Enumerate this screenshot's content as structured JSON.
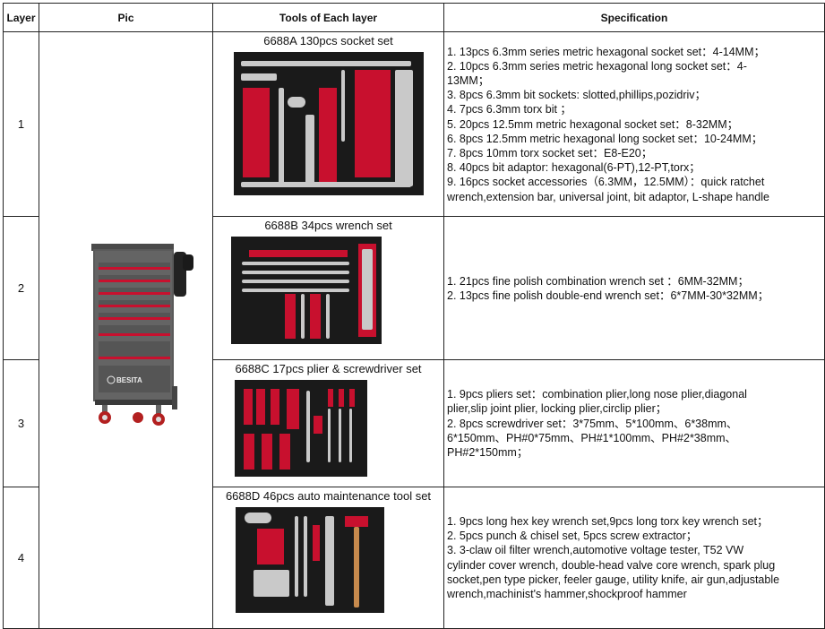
{
  "headers": {
    "layer": "Layer",
    "pic": "Pic",
    "tools": "Tools of Each layer",
    "spec": "Specification"
  },
  "cabinet": {
    "brand": "BESITA",
    "drawer_text": "BESITA"
  },
  "rows": [
    {
      "layer": "1",
      "tool_title": "6688A 130pcs socket set",
      "spec": [
        "1. 13pcs 6.3mm series metric hexagonal socket set：4-14MM；",
        "2. 10pcs 6.3mm series metric hexagonal long socket set：4-",
        "13MM；",
        "3. 8pcs 6.3mm bit sockets: slotted,phillips,pozidriv；",
        "4. 7pcs 6.3mm torx bit ；",
        "5. 20pcs 12.5mm metric hexagonal socket set：8-32MM；",
        "6. 8pcs 12.5mm metric hexagonal long socket set：10-24MM；",
        "7. 8pcs 10mm torx socket set：E8-E20；",
        "8. 40pcs bit adaptor: hexagonal(6-PT),12-PT,torx；",
        "9. 16pcs socket accessories（6.3MM，12.5MM）：quick ratchet",
        "wrench,extension bar, universal joint, bit adaptor, L-shape handle"
      ]
    },
    {
      "layer": "2",
      "tool_title": "6688B 34pcs wrench set",
      "spec": [
        "1. 21pcs fine polish combination wrench set ：6MM-32MM；",
        "2. 13pcs fine polish double-end wrench set：6*7MM-30*32MM；"
      ]
    },
    {
      "layer": "3",
      "tool_title": "6688C 17pcs plier & screwdriver set",
      "spec": [
        "1. 9pcs pliers set：combination plier,long nose plier,diagonal",
        "plier,slip joint plier, locking plier,circlip plier；",
        "2. 8pcs screwdriver set：3*75mm、5*100mm、6*38mm、",
        "6*150mm、PH#0*75mm、PH#1*100mm、PH#2*38mm、",
        "PH#2*150mm；"
      ]
    },
    {
      "layer": "4",
      "tool_title": "6688D 46pcs auto maintenance tool set",
      "spec": [
        "1. 9pcs long hex key wrench set,9pcs long torx key wrench set；",
        "2. 5pcs punch & chisel set, 5pcs screw extractor；",
        "3. 3-claw oil filter wrench,automotive voltage tester, T52 VW",
        "cylinder cover wrench, double-head valve core wrench, spark plug",
        "socket,pen type picker, feeler gauge, utility knife, air gun,adjustable",
        "wrench,machinist's hammer,shockproof hammer"
      ]
    }
  ]
}
